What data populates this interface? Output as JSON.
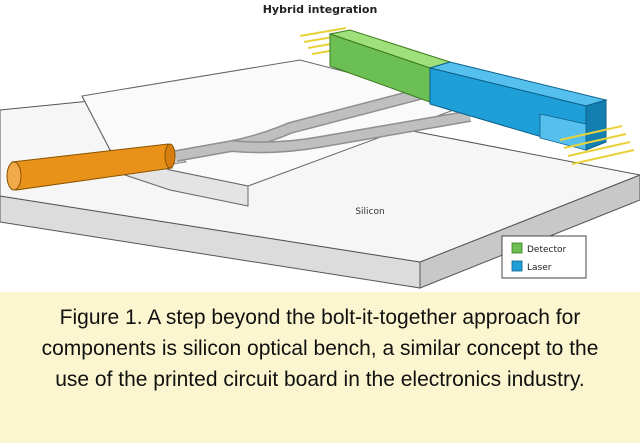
{
  "diagram": {
    "title": "Hybrid integration",
    "substrate_label": "Silicon",
    "legend": [
      {
        "label": "Detector",
        "color": "#6cbf52"
      },
      {
        "label": "Laser",
        "color": "#1e9fd8"
      }
    ],
    "colors": {
      "fiber": "#e8921a",
      "waveguide": "#bfbfbf",
      "substrate_top": "#f6f6f6",
      "substrate_front": "#dcdcdc"
    }
  },
  "caption": "Figure 1. A step beyond the bolt-it-together approach for components is silicon optical bench, a similar concept to the use of the printed circuit board in the electronics industry."
}
